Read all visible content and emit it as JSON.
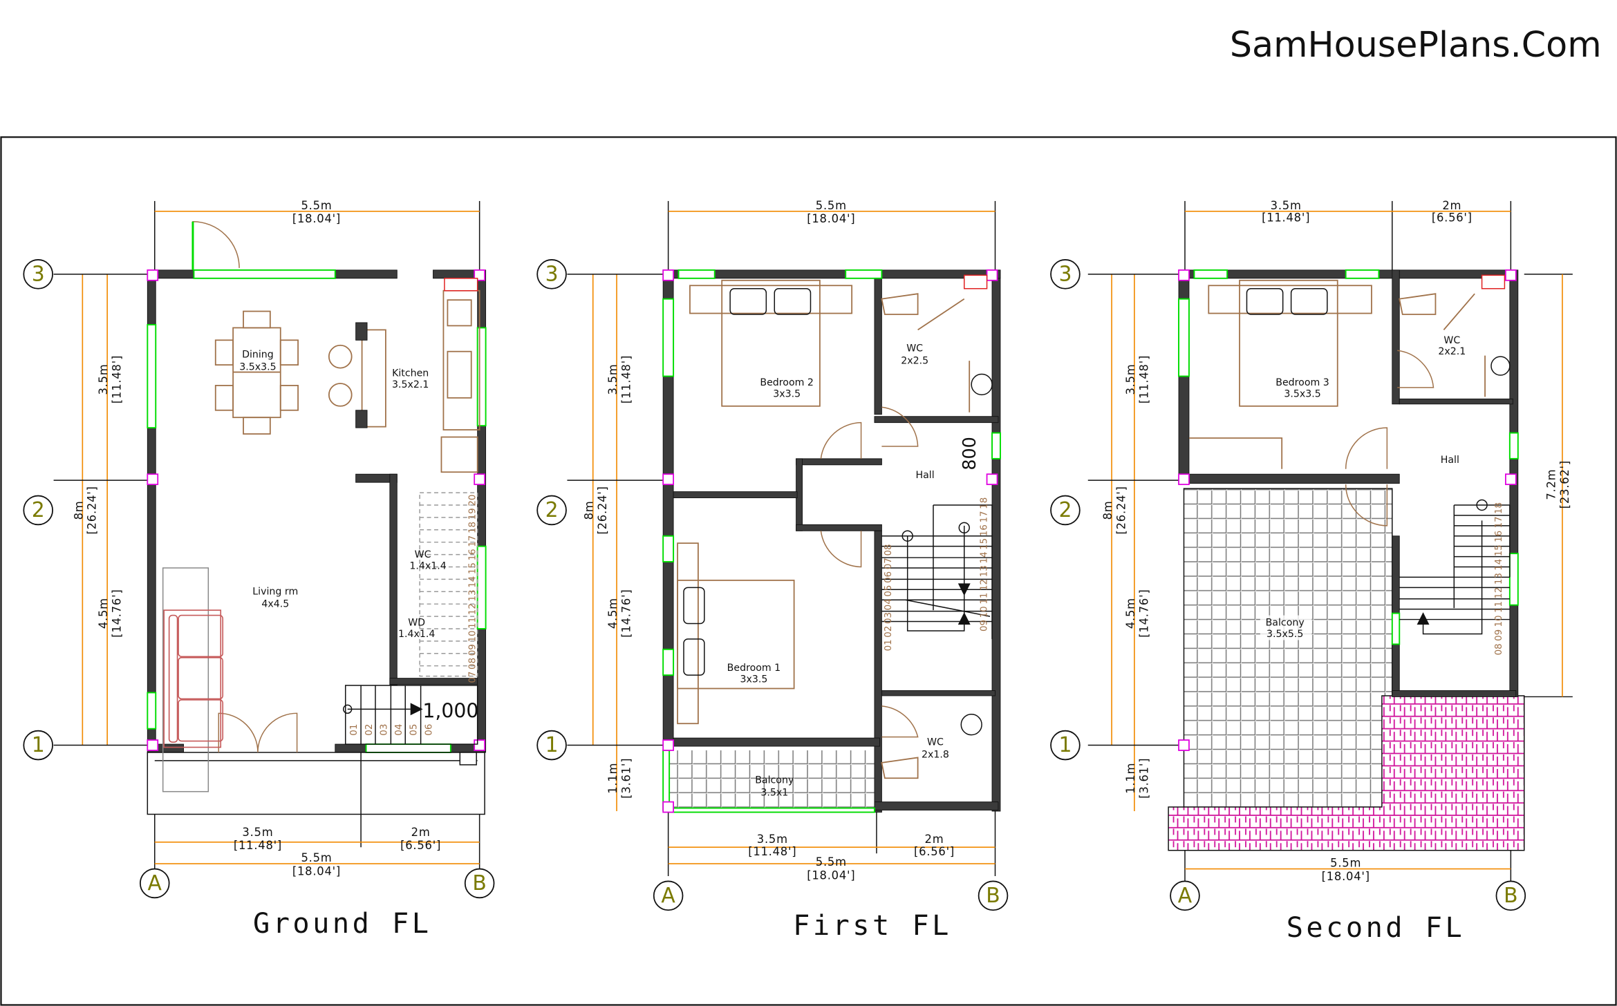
{
  "site_title": "SamHousePlans.Com",
  "grid": {
    "rows": [
      "3",
      "2",
      "1"
    ],
    "cols": [
      "A",
      "B"
    ]
  },
  "colors": {
    "wall": "#3b3b3b",
    "window": "#00dd00",
    "dimension": "#f28a00",
    "furniture": "#a0724a",
    "column": "#e000e0",
    "grid_label": "#7a7a00",
    "roof_tile": "#d0109a"
  },
  "ground": {
    "title": "Ground FL",
    "dims": {
      "top": {
        "m": "5.5m",
        "ft": "[18.04']"
      },
      "total": {
        "m": "8m",
        "ft": "[26.24']"
      },
      "upper": {
        "m": "3.5m",
        "ft": "[11.48']"
      },
      "lower": {
        "m": "4.5m",
        "ft": "[14.76']"
      },
      "bottom_left": {
        "m": "3.5m",
        "ft": "[11.48']"
      },
      "bottom_right": {
        "m": "2m",
        "ft": "[6.56']"
      },
      "bottom_total": {
        "m": "5.5m",
        "ft": "[18.04']"
      }
    },
    "rooms": {
      "dining": {
        "name": "Dining",
        "size": "3.5x3.5"
      },
      "kitchen": {
        "name": "Kitchen",
        "size": "3.5x2.1"
      },
      "living": {
        "name": "Living  rm",
        "size": "4x4.5"
      },
      "wc": {
        "name": "WC",
        "size": "1.4x1.4"
      },
      "wd": {
        "name": "WD",
        "size": "1.4x1.4"
      }
    },
    "stair_width": "1,000",
    "stair_bottom": [
      "01",
      "02",
      "03",
      "04",
      "05",
      "06"
    ],
    "stair_side": [
      "07",
      "08",
      "09",
      "10",
      "11",
      "12",
      "13",
      "14",
      "15",
      "16",
      "17",
      "18",
      "19",
      "20"
    ]
  },
  "first": {
    "title": "First FL",
    "dims": {
      "top": {
        "m": "5.5m",
        "ft": "[18.04']"
      },
      "total": {
        "m": "8m",
        "ft": "[26.24']"
      },
      "upper": {
        "m": "3.5m",
        "ft": "[11.48']"
      },
      "lower": {
        "m": "4.5m",
        "ft": "[14.76']"
      },
      "balcony": {
        "m": "1.1m",
        "ft": "[3.61']"
      },
      "bottom_left": {
        "m": "3.5m",
        "ft": "[11.48']"
      },
      "bottom_right": {
        "m": "2m",
        "ft": "[6.56']"
      },
      "bottom_total": {
        "m": "5.5m",
        "ft": "[18.04']"
      }
    },
    "rooms": {
      "bed2": {
        "name": "Bedroom  2",
        "size": "3x3.5"
      },
      "wc_top": {
        "name": "WC",
        "size": "2x2.5"
      },
      "hall": {
        "name": "Hall"
      },
      "bed1": {
        "name": "Bedroom  1",
        "size": "3x3.5"
      },
      "wc_bottom": {
        "name": "WC",
        "size": "2x1.8"
      },
      "balcony": {
        "name": "Balcony",
        "size": "3.5x1"
      }
    },
    "hall_width": "800",
    "stair_left": [
      "01",
      "02",
      "03",
      "04",
      "05",
      "06",
      "07",
      "08"
    ],
    "stair_right": [
      "09",
      "10",
      "11",
      "12",
      "13",
      "14",
      "15",
      "16",
      "17",
      "18"
    ]
  },
  "second": {
    "title": "Second FL",
    "dims": {
      "top_left": {
        "m": "3.5m",
        "ft": "[11.48']"
      },
      "top_right": {
        "m": "2m",
        "ft": "[6.56']"
      },
      "total": {
        "m": "8m",
        "ft": "[26.24']"
      },
      "upper": {
        "m": "3.5m",
        "ft": "[11.48']"
      },
      "lower": {
        "m": "4.5m",
        "ft": "[14.76']"
      },
      "balcony": {
        "m": "1.1m",
        "ft": "[3.61']"
      },
      "right": {
        "m": "7.2m",
        "ft": "[23.62']"
      },
      "bottom_total": {
        "m": "5.5m",
        "ft": "[18.04']"
      }
    },
    "rooms": {
      "bed3": {
        "name": "Bedroom  3",
        "size": "3.5x3.5"
      },
      "wc": {
        "name": "WC",
        "size": "2x2.1"
      },
      "hall": {
        "name": "Hall"
      },
      "balcony": {
        "name": "Balcony",
        "size": "3.5x5.5"
      }
    },
    "stair_right": [
      "08",
      "09",
      "10",
      "11",
      "12",
      "13",
      "14",
      "15",
      "16",
      "17",
      "18"
    ]
  }
}
